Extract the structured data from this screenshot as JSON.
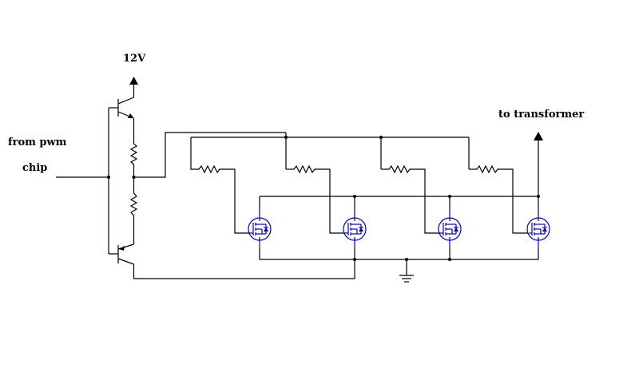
{
  "labels": {
    "supply": "12V",
    "input_line1": "from pwm",
    "input_line2": "chip",
    "output": "to transformer"
  },
  "colors": {
    "wire": "#000000",
    "mosfet": "#0000cc",
    "background": "#ffffff"
  }
}
